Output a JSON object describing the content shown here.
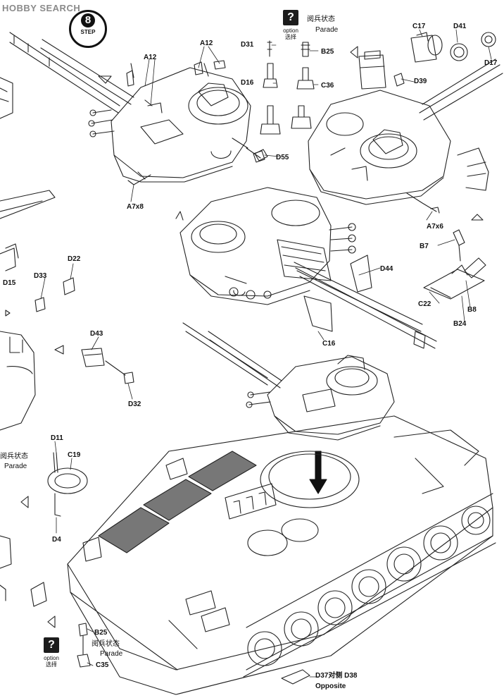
{
  "watermark": "HOBBY SEARCH",
  "step": {
    "number": "8",
    "label": "STEP"
  },
  "option_parade_top": {
    "mark": "?",
    "option_en": "option",
    "option_cn": "选择",
    "label_cn": "阅兵状态",
    "label_en": "Parade"
  },
  "option_parade_bottom": {
    "mark": "?",
    "option_en": "option",
    "option_cn": "选择",
    "label_cn": "阅兵状态",
    "label_en": "Parade"
  },
  "parade_left": {
    "label_cn": "阅兵状态",
    "label_en": "Parade"
  },
  "parts": {
    "a12_left": "A12",
    "a12_right": "A12",
    "a7x8": "A7x8",
    "d31": "D31",
    "d16": "D16",
    "b25_top": "B25",
    "c36": "C36",
    "d55": "D55",
    "c17": "C17",
    "d41": "D41",
    "d17": "D17",
    "d39": "D39",
    "a7x6": "A7x6",
    "b7": "B7",
    "c22": "C22",
    "b8": "B8",
    "b24": "B24",
    "d44": "D44",
    "c16": "C16",
    "d15": "D15",
    "d22": "D22",
    "d33": "D33",
    "d43": "D43",
    "d32": "D32",
    "d11": "D11",
    "c19": "C19",
    "d4": "D4",
    "b25_bottom": "B25",
    "c35": "C35",
    "d37_d38": "D37对侧 D38",
    "opposite": "Opposite"
  }
}
